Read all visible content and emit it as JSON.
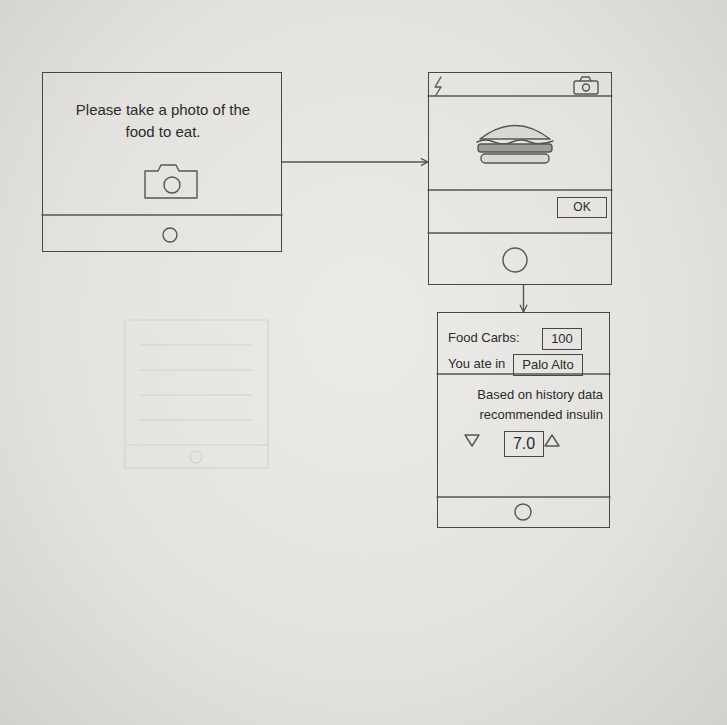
{
  "diagram": {
    "nodes": [
      {
        "text": [
          "Please take a photo of the food to eat."
        ]
      },
      {},
      {
        "text": [
          "OK"
        ],
        "in": 1
      },
      {
        "text": [
          "Food Carbs:",
          "You ate in",
          "Based on history data recommended insulin"
        ]
      },
      {
        "text": [
          "100"
        ],
        "in": 3
      },
      {
        "text": [
          "Palo Alto"
        ],
        "in": 3
      },
      {
        "text": [
          "7.0"
        ],
        "in": 3
      }
    ],
    "edges": [
      {
        "from": 0,
        "to": 1,
        "arrow": "to"
      },
      {
        "from": 1,
        "to": 3,
        "arrow": "to"
      }
    ]
  }
}
